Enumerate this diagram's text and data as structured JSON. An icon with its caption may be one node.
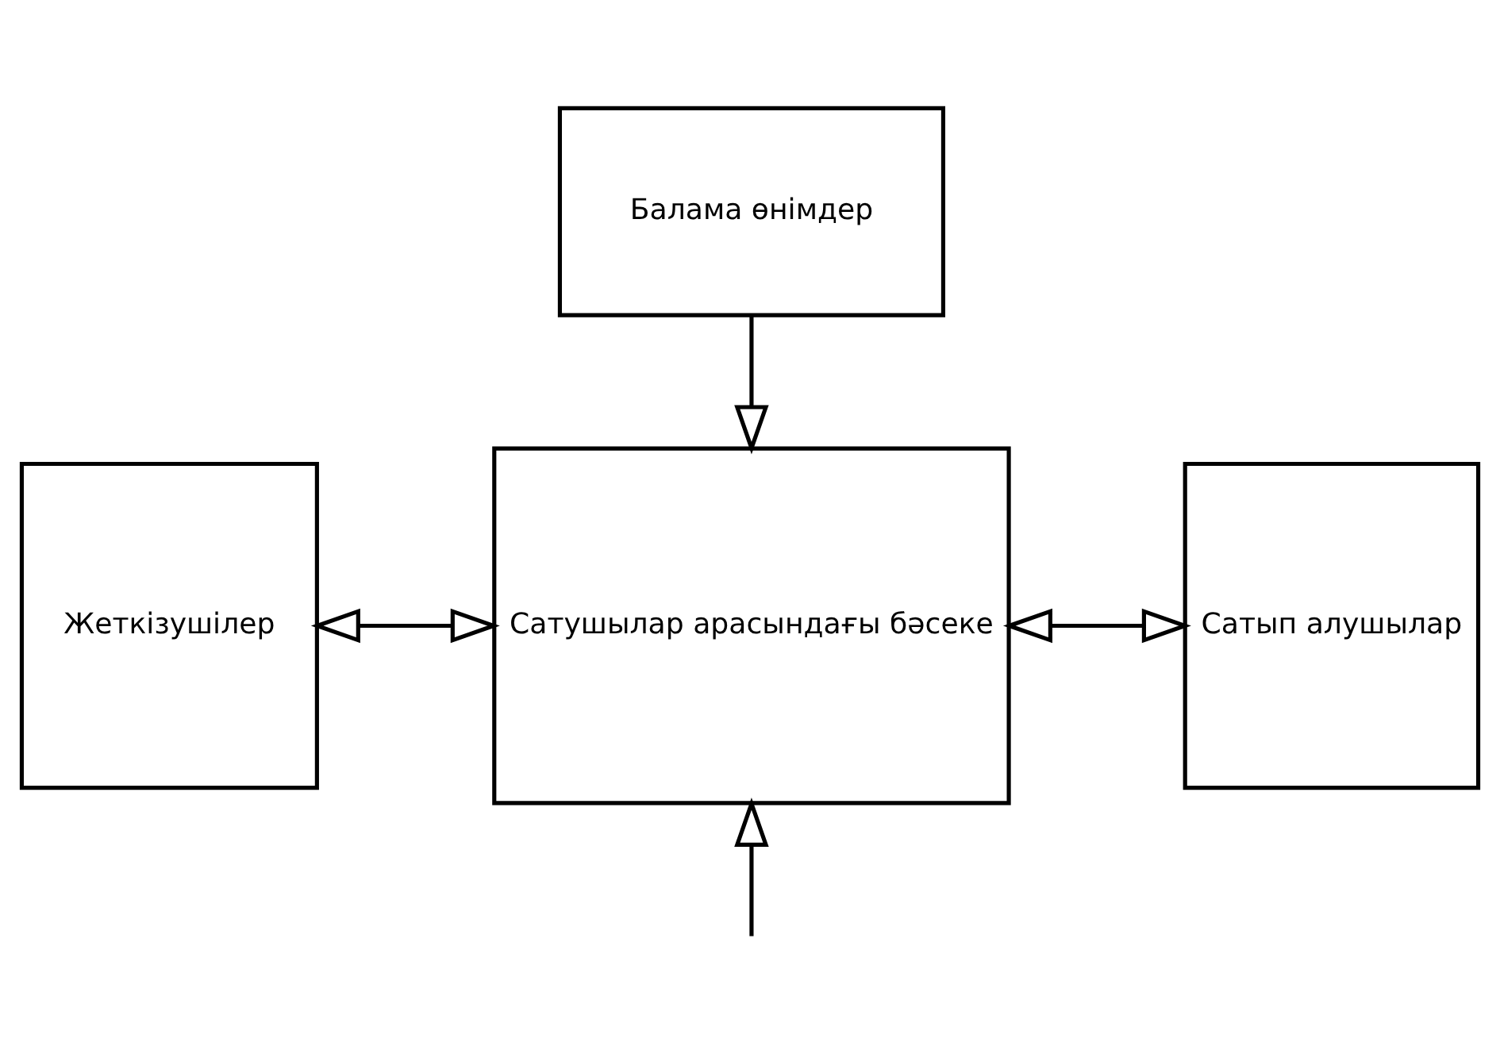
{
  "diagram": {
    "nodes": [
      {
        "text": [
          "Балама өнімдер"
        ]
      },
      {
        "text": [
          "Жеткізушілер"
        ]
      },
      {
        "text": [
          "Сатушылар арасындағы бәсеке"
        ]
      },
      {
        "text": [
          "Сатып алушылар"
        ]
      }
    ],
    "edges": [
      {
        "from": 0,
        "to": 2,
        "arrow": "to"
      },
      {
        "from": 1,
        "to": 2,
        "arrow": "both"
      },
      {
        "from": 2,
        "to": 3,
        "arrow": "both"
      },
      {
        "from": null,
        "to": 2,
        "arrow": "to"
      }
    ]
  }
}
